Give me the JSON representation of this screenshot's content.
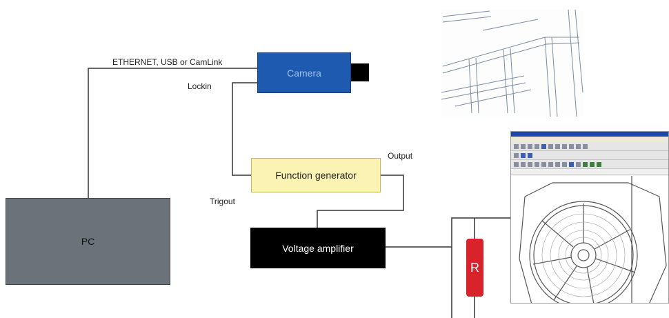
{
  "blocks": {
    "pc": "PC",
    "camera": "Camera",
    "function_generator": "Function generator",
    "voltage_amplifier": "Voltage amplifier",
    "resistor": "R"
  },
  "labels": {
    "interface": "ETHERNET, USB or CamLink",
    "lockin": "Lockin",
    "output": "Output",
    "trigout": "Trigout"
  },
  "colors": {
    "pc": "#6b7279",
    "camera": "#1e5bb0",
    "function_generator": "#fbf3b4",
    "voltage_amplifier": "#000000",
    "resistor": "#d8232a",
    "wire": "#333333"
  }
}
